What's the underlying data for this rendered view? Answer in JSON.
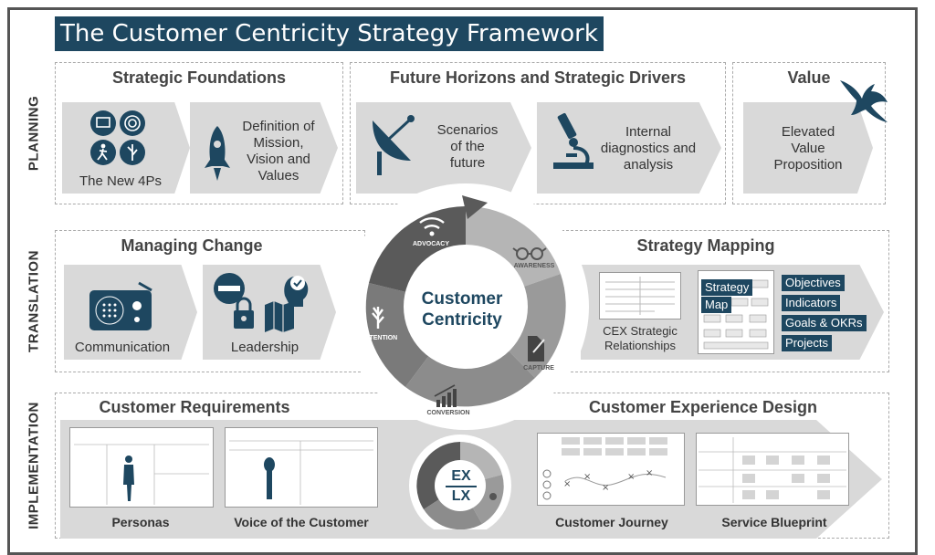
{
  "title": "The Customer Centricity Strategy Framework",
  "rows": {
    "planning": "PLANNING",
    "translation": "TRANSLATION",
    "implementation": "IMPLEMENTATION"
  },
  "planning": {
    "foundations": {
      "heading": "Strategic Foundations",
      "new4ps": "The New 4Ps",
      "mission_l1": "Definition of",
      "mission_l2": "Mission,",
      "mission_l3": "Vision and",
      "mission_l4": "Values"
    },
    "horizons": {
      "heading": "Future Horizons and Strategic Drivers",
      "scen_l1": "Scenarios",
      "scen_l2": "of the",
      "scen_l3": "future",
      "diag_l1": "Internal",
      "diag_l2": "diagnostics and",
      "diag_l3": "analysis"
    },
    "value": {
      "heading": "Value",
      "l1": "Elevated",
      "l2": "Value",
      "l3": "Proposition"
    }
  },
  "translation": {
    "change": {
      "heading": "Managing Change",
      "communication": "Communication",
      "leadership": "Leadership"
    },
    "mapping": {
      "heading": "Strategy Mapping",
      "cex_l1": "CEX Strategic",
      "cex_l2": "Relationships",
      "map_l1": "Strategy",
      "map_l2": "Map",
      "tags": [
        "Objectives",
        "Indicators",
        "Goals & OKRs",
        "Projects"
      ]
    }
  },
  "center": {
    "l1": "Customer",
    "l2": "Centricity",
    "advocacy": "ADVOCACY",
    "awareness": "AWARENESS",
    "capture": "CAPTURE",
    "conversion": "CONVERSION",
    "retention": "RETENTION"
  },
  "implementation": {
    "requirements": {
      "heading": "Customer Requirements",
      "personas": "Personas",
      "voc": "Voice of the Customer"
    },
    "design": {
      "heading": "Customer Experience Design",
      "journey": "Customer Journey",
      "blueprint": "Service Blueprint"
    },
    "small_ring": {
      "ex": "EX",
      "lx": "LX"
    }
  },
  "colors": {
    "navy": "#1e4760",
    "grey_light": "#d9d9d9",
    "ring_dark": "#5a5a5a",
    "ring_mid": "#8c8c8c",
    "ring_light": "#b5b5b5"
  }
}
